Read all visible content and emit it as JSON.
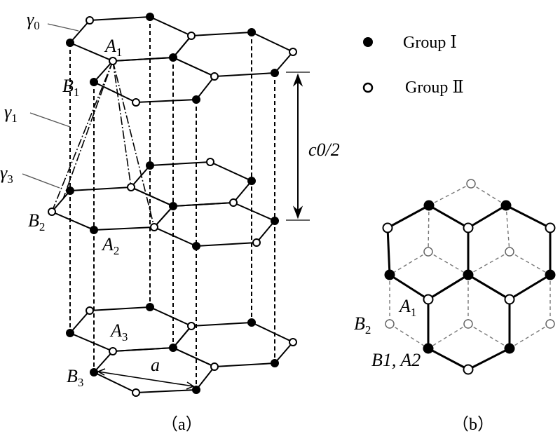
{
  "figure_a": {
    "caption": "（a）",
    "bond_labels": {
      "gamma0": "γ0",
      "gamma1": "γ1",
      "gamma3": "γ3"
    },
    "atom_labels": {
      "A1": "A1",
      "B1": "B1",
      "B2": "B2",
      "A2": "A2",
      "A3": "A3",
      "B3": "B3"
    },
    "lattice_constant_label": "a",
    "interlayer_label": "c0/2"
  },
  "figure_b": {
    "caption": "（b）",
    "atom_labels": {
      "A1": "A1",
      "B2": "B2",
      "B1_A2": "B1, A2"
    }
  },
  "legend": {
    "items": [
      {
        "label": "Group Ⅰ",
        "marker": "filled-circle"
      },
      {
        "label": "Group Ⅱ",
        "marker": "open-circle"
      }
    ]
  },
  "colors": {
    "ink": "#000000",
    "dashed_grey": "#777777",
    "background": "#ffffff"
  }
}
